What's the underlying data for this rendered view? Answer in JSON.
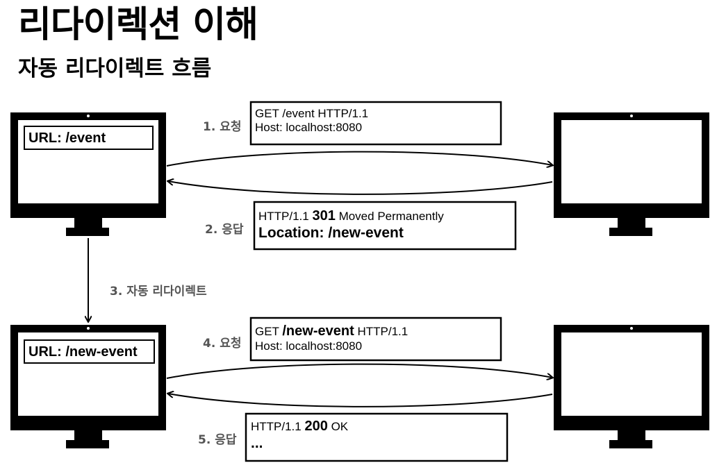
{
  "title": "리다이렉션 이해",
  "subtitle": "자동 리다이렉트 흐름",
  "steps": {
    "s1": "1. 요청",
    "s2": "2. 응답",
    "s3": "3. 자동 리다이렉트",
    "s4": "4. 요청",
    "s5": "5. 응답"
  },
  "client_top": {
    "url": "URL: /event"
  },
  "client_bottom": {
    "url": "URL: /new-event"
  },
  "request1": {
    "line1": "GET /event HTTP/1.1",
    "line2": "Host: localhost:8080"
  },
  "response1": {
    "status_prefix": "HTTP/1.1 ",
    "status_code": "301",
    "status_text": " Moved Permanently",
    "location": "Location: /new-event"
  },
  "request2": {
    "method": "GET ",
    "path": "/new-event",
    "version": " HTTP/1.1",
    "line2": "Host: localhost:8080"
  },
  "response2": {
    "status_prefix": "HTTP/1.1 ",
    "status_code": "200",
    "status_text": " OK",
    "body": "..."
  }
}
